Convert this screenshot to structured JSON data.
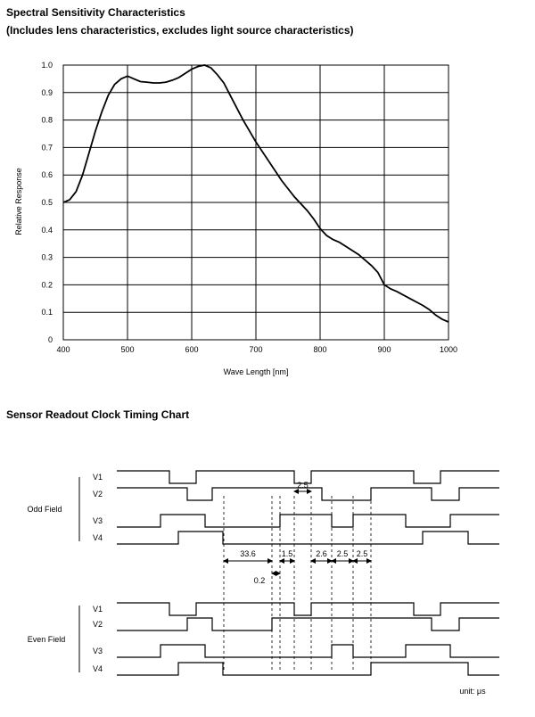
{
  "spectral_title": "Spectral Sensitivity Characteristics",
  "spectral_subtitle": "(Includes lens characteristics, excludes light source characteristics)",
  "timing_title": "Sensor Readout Clock Timing Chart",
  "chart_data": [
    {
      "type": "line",
      "title": "Spectral Sensitivity Characteristics",
      "subtitle": "(Includes lens characteristics, excludes light source characteristics)",
      "xlabel": "Wave Length [nm]",
      "ylabel": "Relative Response",
      "xlim": [
        400,
        1000
      ],
      "ylim": [
        0,
        1.0
      ],
      "x_ticks": [
        400,
        500,
        600,
        700,
        800,
        900,
        1000
      ],
      "x_tick_labels": [
        "400",
        "500",
        "600",
        "700",
        "800",
        "900",
        "1000"
      ],
      "y_ticks": [
        0,
        0.1,
        0.2,
        0.3,
        0.4,
        0.5,
        0.6,
        0.7,
        0.8,
        0.9,
        1.0
      ],
      "y_tick_labels": [
        "0",
        "0.1",
        "0.2",
        "0.3",
        "0.4",
        "0.5",
        "0.6",
        "0.7",
        "0.8",
        "0.9",
        "1.0"
      ],
      "grid": true,
      "series": [
        {
          "x": [
            400,
            410,
            420,
            430,
            440,
            450,
            460,
            470,
            480,
            490,
            500,
            510,
            520,
            530,
            540,
            550,
            560,
            570,
            580,
            590,
            600,
            610,
            620,
            630,
            640,
            650,
            660,
            680,
            700,
            720,
            740,
            760,
            780,
            790,
            800,
            810,
            820,
            830,
            840,
            860,
            880,
            890,
            900,
            910,
            920,
            940,
            960,
            970,
            980,
            990,
            1000
          ],
          "y": [
            0.5,
            0.51,
            0.54,
            0.6,
            0.68,
            0.76,
            0.83,
            0.89,
            0.93,
            0.95,
            0.96,
            0.95,
            0.94,
            0.938,
            0.935,
            0.935,
            0.938,
            0.945,
            0.955,
            0.97,
            0.985,
            0.995,
            1.0,
            0.99,
            0.965,
            0.935,
            0.89,
            0.8,
            0.72,
            0.65,
            0.58,
            0.52,
            0.47,
            0.44,
            0.405,
            0.38,
            0.365,
            0.355,
            0.34,
            0.31,
            0.27,
            0.245,
            0.2,
            0.185,
            0.175,
            0.15,
            0.125,
            0.11,
            0.09,
            0.075,
            0.065
          ]
        }
      ]
    },
    {
      "type": "timing",
      "title": "Sensor Readout Clock Timing Chart",
      "groups": [
        {
          "label": "Odd Field",
          "signals": [
            {
              "name": "V1",
              "initial": "high",
              "edges": [
                190,
                220,
                330,
                349,
                464,
                494
              ]
            },
            {
              "name": "V2",
              "initial": "high",
              "edges": [
                210,
                238,
                361,
                416,
                484,
                515
              ]
            },
            {
              "name": "V3",
              "initial": "low",
              "edges": [
                180,
                230,
                314,
                372,
                396,
                455,
                505
              ]
            },
            {
              "name": "V4",
              "initial": "low",
              "edges": [
                200,
                250,
                474,
                525
              ]
            }
          ]
        },
        {
          "label": "Even Field",
          "signals": [
            {
              "name": "V1",
              "initial": "high",
              "edges": [
                190,
                220,
                330,
                349,
                464,
                494
              ]
            },
            {
              "name": "V2",
              "initial": "low",
              "edges": [
                210,
                238,
                305,
                484,
                515
              ]
            },
            {
              "name": "V3",
              "initial": "low",
              "edges": [
                180,
                230,
                372,
                396,
                455,
                505
              ]
            },
            {
              "name": "V4",
              "initial": "low",
              "edges": [
                200,
                250,
                416,
                525
              ]
            }
          ]
        }
      ],
      "annotations": [
        {
          "label": "33.6",
          "from": 251,
          "to": 305
        },
        {
          "label": "0.2",
          "from": 305,
          "to": 314
        },
        {
          "label": "1.5",
          "from": 314,
          "to": 330
        },
        {
          "label": "2.5",
          "from": 330,
          "to": 349
        },
        {
          "label": "2.6",
          "from": 349,
          "to": 372
        },
        {
          "label": "2.5",
          "from": 372,
          "to": 396
        },
        {
          "label": "2.5",
          "from": 396,
          "to": 416
        }
      ],
      "unit_label": "unit: μs"
    }
  ]
}
